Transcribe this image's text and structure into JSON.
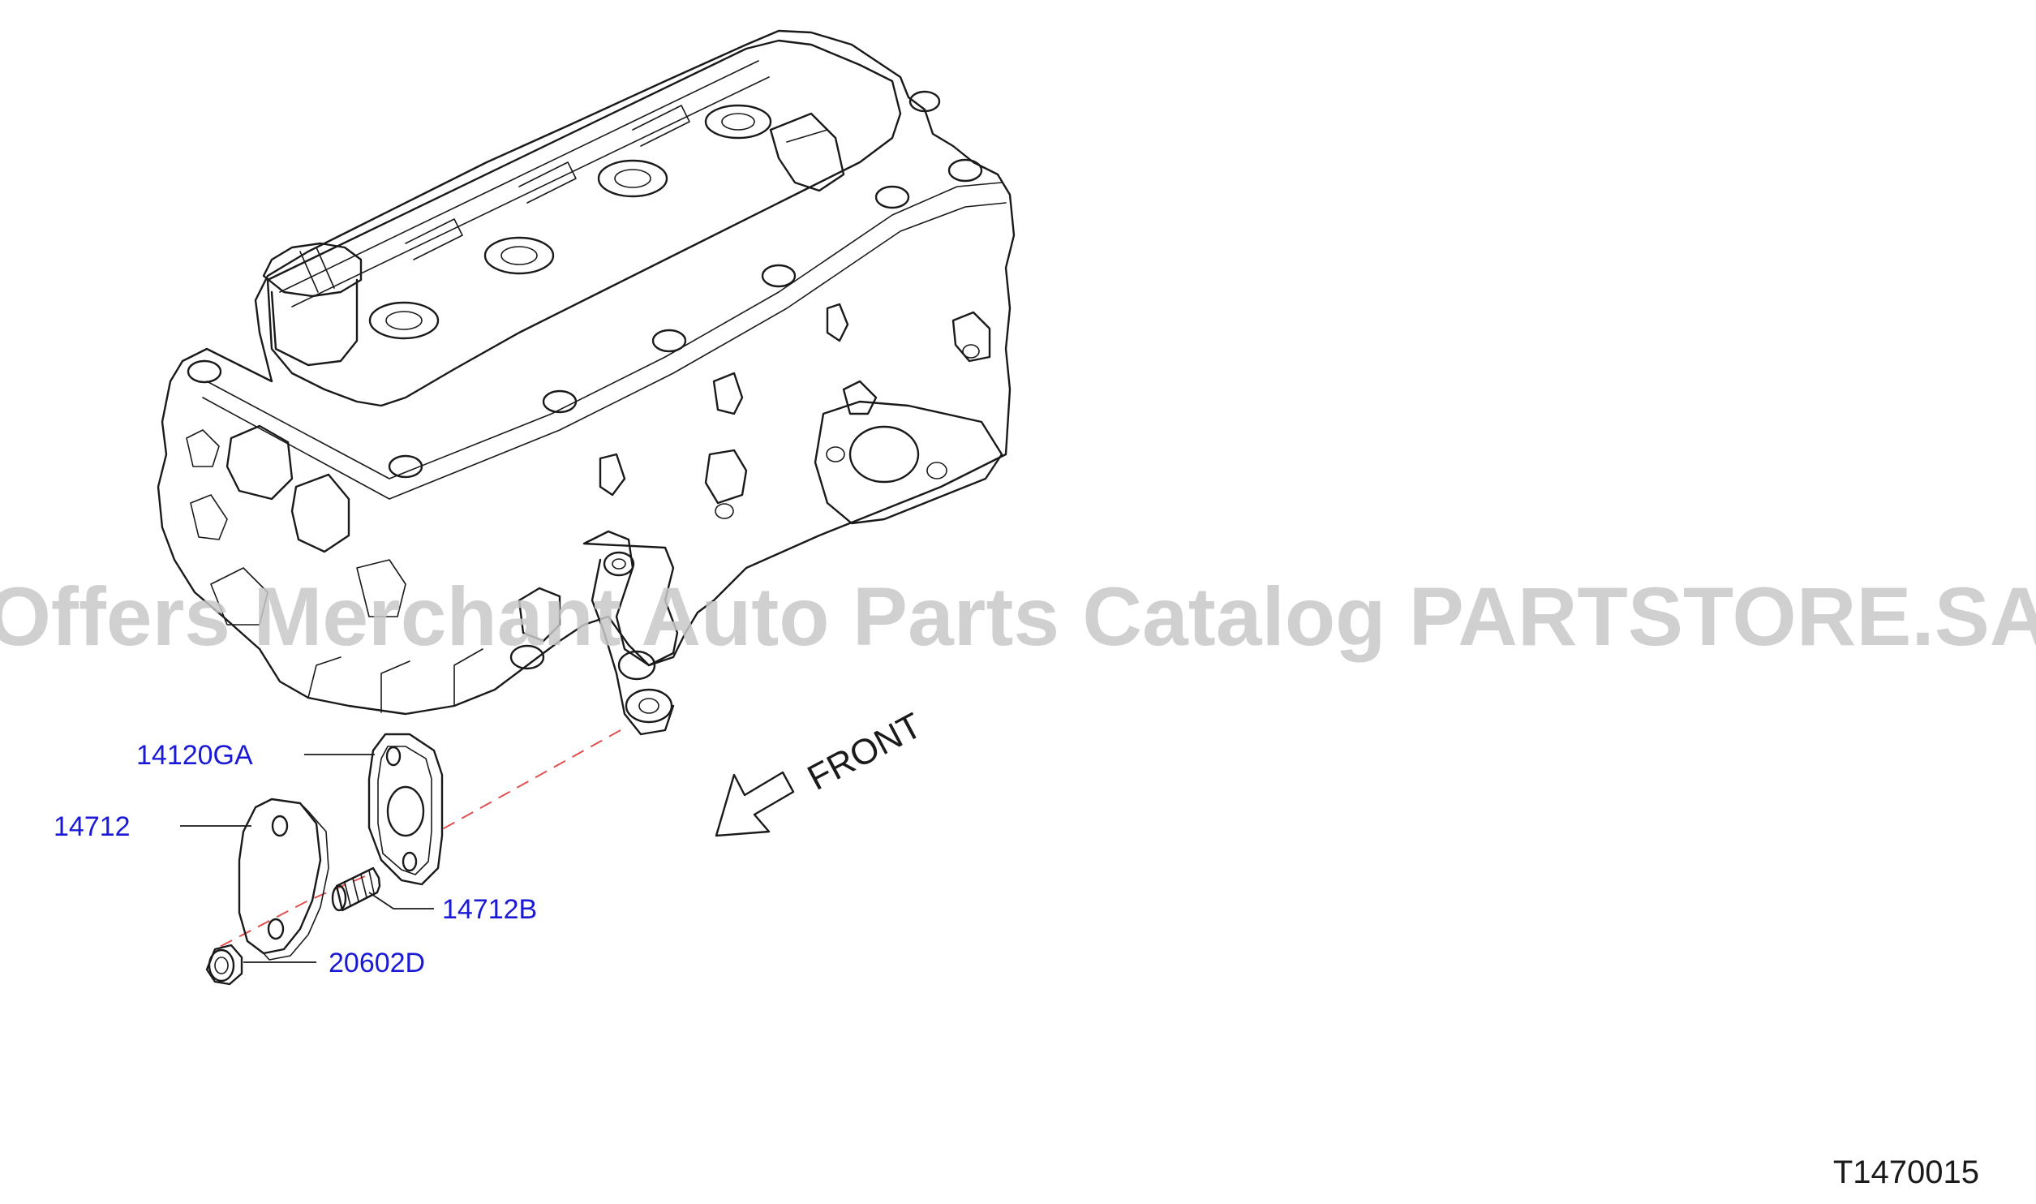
{
  "diagram": {
    "code": "T1470015",
    "watermark": "Offers Merchant Auto Parts Catalog PARTSTORE.SA",
    "front_label": "FRONT",
    "parts": [
      {
        "part_number": "14120GA"
      },
      {
        "part_number": "14712"
      },
      {
        "part_number": "14712B"
      },
      {
        "part_number": "20602D"
      }
    ]
  },
  "colors": {
    "part_label": "#1a1ad6",
    "line": "#1a1a1a",
    "centerline": "#e05050",
    "watermark": "#c8c8c8",
    "background": "#ffffff"
  },
  "icons": {
    "front_arrow": "hollow-arrow-icon",
    "engine": "cylinder-head-icon"
  }
}
